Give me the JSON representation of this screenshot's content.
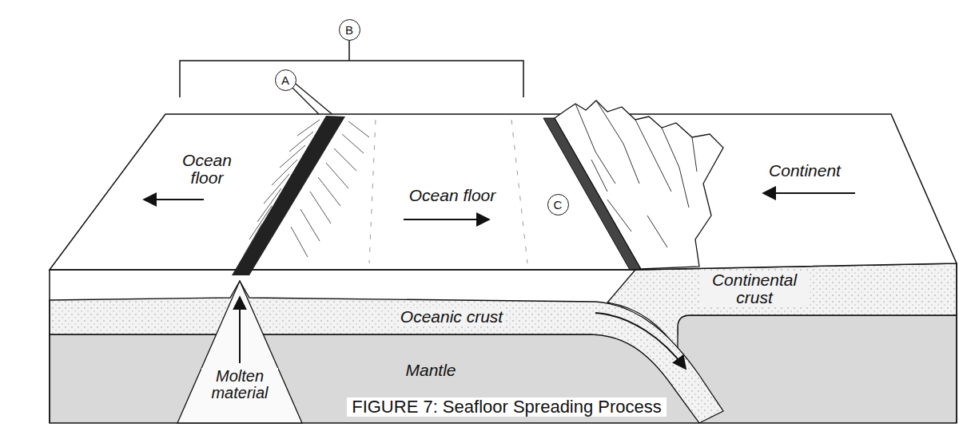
{
  "diagram": {
    "caption": "FIGURE 7: Seafloor Spreading Process",
    "nodes": [
      {
        "text": [
          "B"
        ]
      },
      {
        "text": [
          "A"
        ]
      },
      {
        "text": [
          "C"
        ]
      }
    ],
    "labels": [
      "Ocean floor",
      "Continent",
      "Ocean floor",
      "Continental crust",
      "Oceanic crust",
      "Mantle",
      "Molten material"
    ]
  }
}
